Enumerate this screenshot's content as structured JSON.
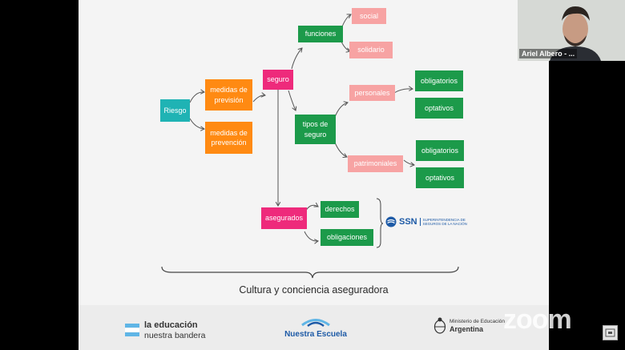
{
  "diagram": {
    "riesgo": "Riesgo",
    "medidas_prevision": "medidas de previsión",
    "medidas_prevencion": "medidas de prevención",
    "seguro": "seguro",
    "funciones": "funciones",
    "social": "social",
    "solidario": "solidario",
    "tipos_de_seguro": "tipos de seguro",
    "personales": "personales",
    "patrimoniales": "patrimoniales",
    "obligatorios": "obligatorios",
    "optativos": "optativos",
    "asegurados": "asegurados",
    "derechos": "derechos",
    "obligaciones": "obligaciones"
  },
  "ssn_logo": {
    "name": "SSN",
    "subtitle_line1": "SUPERINTENDENCIA DE",
    "subtitle_line2": "SEGUROS DE LA NACIÓN"
  },
  "caption": "Cultura y conciencia aseguradora",
  "footer": {
    "left_line1": "la educación",
    "left_line2": "nuestra bandera",
    "center": "Nuestra Escuela",
    "right_line1": "Ministerio de Educación",
    "right_line2": "Argentina"
  },
  "video": {
    "participant_name": "Ariel Albero - ..."
  },
  "watermark": "zoom",
  "colors": {
    "teal": "#1fb3b4",
    "orange": "#ff8a12",
    "magenta": "#ee2a7b",
    "dark_green": "#1c9a4a",
    "light_pink": "#f7a3a3",
    "ssn_blue": "#1d5aa6",
    "argentina_blue": "#5fb5e6"
  }
}
